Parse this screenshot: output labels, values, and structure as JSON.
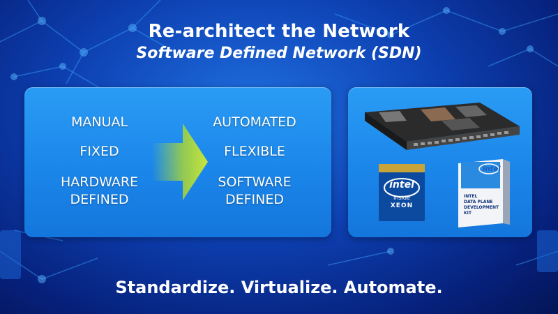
{
  "slide": {
    "title": "Re-architect the Network",
    "subtitle": "Software Defined Network (SDN)",
    "tagline": "Standardize. Virtualize. Automate."
  },
  "comparison": {
    "from": [
      {
        "line1": "MANUAL",
        "line2": ""
      },
      {
        "line1": "FIXED",
        "line2": ""
      },
      {
        "line1": "HARDWARE",
        "line2": "DEFINED"
      }
    ],
    "to": [
      {
        "line1": "AUTOMATED",
        "line2": ""
      },
      {
        "line1": "FLEXIBLE",
        "line2": ""
      },
      {
        "line1": "SOFTWARE",
        "line2": "DEFINED"
      }
    ],
    "arrow_color": "#a6d43a"
  },
  "products": {
    "xeon_badge": {
      "logo": "intel",
      "inside": "inside",
      "label": "XEON"
    },
    "dpdk_box": {
      "logo": "intel",
      "label_lines": [
        "INTEL",
        "DATA PLANE",
        "DEVELOPMENT KIT"
      ]
    }
  },
  "icons": [
    "network-server-icon",
    "intel-xeon-badge-icon",
    "intel-dpdk-box-icon",
    "right-arrow-icon"
  ]
}
